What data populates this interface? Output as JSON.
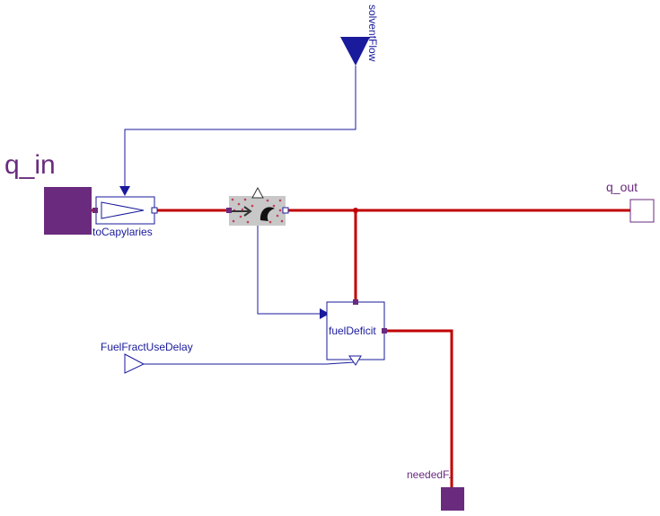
{
  "diagram": {
    "ports": {
      "q_in": "q_in",
      "q_out": "q_out",
      "needed": "neededF..",
      "solvent_flow": "solventFlow",
      "fuel_fract_use_delay": "FuelFractUseDelay"
    },
    "blocks": {
      "to_capylaries": "toCapylaries",
      "fuel_deficit": "fuelDeficit"
    },
    "colors": {
      "flow_connection": "#c00000",
      "signal_connection": "#1a1a9c",
      "port_purple": "#6a2b7e",
      "resistor_bg": "#c8c8c8"
    },
    "icons": {
      "resistor": "substance-flow-resistor-icon",
      "input_signal": "input-triangle-icon"
    }
  }
}
